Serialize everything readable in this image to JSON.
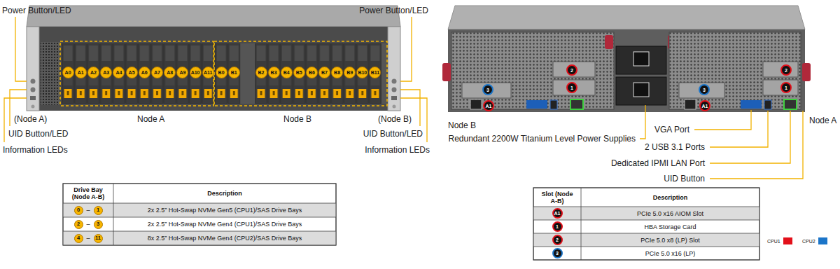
{
  "diagram": {
    "labels": [
      "Power Button/LED",
      "(Node A)",
      "UID Button/LED",
      "Information LEDs",
      "Power Button/LED",
      "(Node B)",
      "UID Button/LED",
      "Information LEDs",
      "A0",
      "A1",
      "A2",
      "A3",
      "A4",
      "A5",
      "A6",
      "A7",
      "A8",
      "A9",
      "A10",
      "A11",
      "B0",
      "B1",
      "B2",
      "B3",
      "B4",
      "B5",
      "B6",
      "B7",
      "B8",
      "B9",
      "B10",
      "B11",
      "Node A",
      "Node B",
      "Drive Bay (Node A-B)",
      "Description",
      "0",
      "–",
      "1",
      "2x 2.5” Hot-Swap NVMe Gen5 (CPU1)/SAS Drive Bays",
      "2",
      "–",
      "3",
      "2x 2.5” Hot-Swap NVMe Gen4 (CPU1)/SAS Drive Bays",
      "4",
      "–",
      "11",
      "8x 2.5” Hot-Swap NVMe Gen4 (CPU2)/SAS Drive Bays",
      "2",
      "1",
      "3",
      "A1",
      "2",
      "1",
      "3",
      "A1",
      "Node B",
      "Redundant 2200W Titanium Level Power Supplies",
      "VGA Port",
      "2 USB 3.1 Ports",
      "Dedicated IPMI LAN Port",
      "UID Button",
      "Node A",
      "Slot (Node A-B)",
      "Description",
      "A1",
      "PCIe 5.0 x16 AIOM Slot",
      "1",
      "HBA Storage Card",
      "2",
      "PCIe 5.0 x8 (LP) Slot",
      "3",
      "PCIe 5.0 x16 (LP)"
    ],
    "legend": [
      {
        "text": "CPU1",
        "color": "#e3101a"
      },
      {
        "text": "CPU2",
        "color": "#1b75c9"
      }
    ]
  }
}
